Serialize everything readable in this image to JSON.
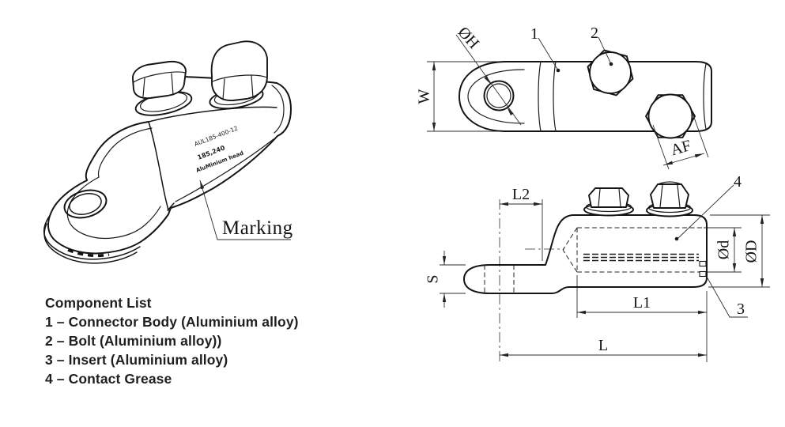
{
  "colors": {
    "background": "#ffffff",
    "line": "#141414",
    "dim_line": "#2e2e2e"
  },
  "isometric_view": {
    "marking_label": "Marking",
    "marking_lines": [
      "AUL185-400-12",
      "185,240",
      "AluMinium head"
    ]
  },
  "top_view": {
    "dims": {
      "hole_dia": "ØH",
      "width": "W",
      "across_flats": "AF"
    },
    "callouts": {
      "body": "1",
      "bolt": "2"
    }
  },
  "side_view": {
    "dims": {
      "l2": "L2",
      "s": "S",
      "d_small": "Ød",
      "d_big": "ØD",
      "l1": "L1",
      "l": "L"
    },
    "callouts": {
      "insert": "3",
      "grease": "4"
    }
  },
  "component_list": {
    "title": "Component List",
    "items": [
      "1 – Connector Body (Aluminium alloy)",
      "2 – Bolt (Aluminium alloy))",
      "3 – Insert (Aluminium alloy)",
      "4 – Contact Grease"
    ]
  }
}
